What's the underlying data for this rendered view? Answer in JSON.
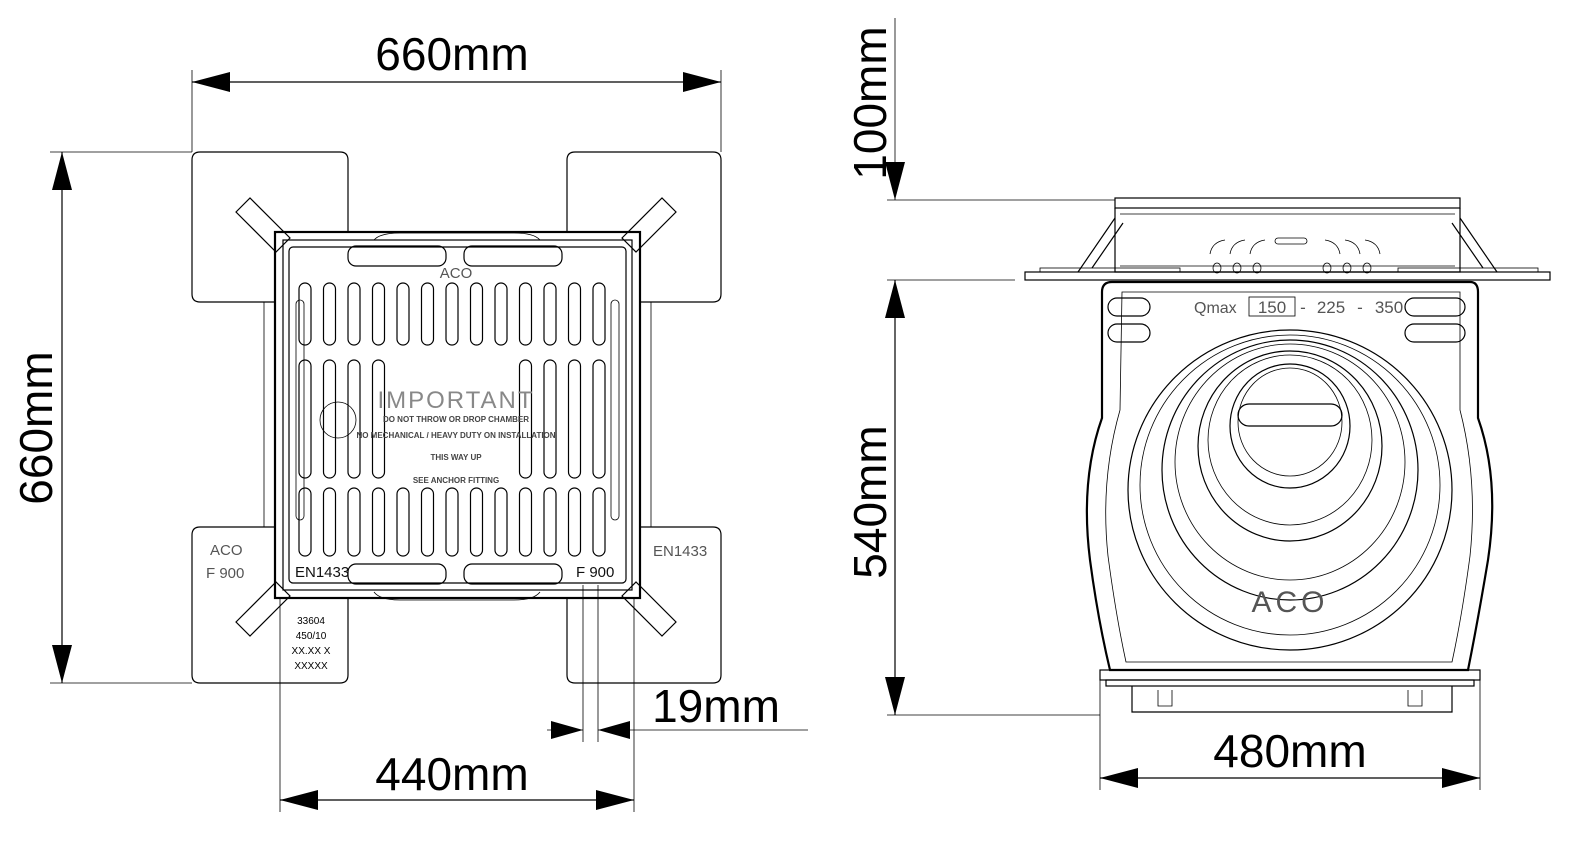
{
  "dimensions": {
    "top_width": "660mm",
    "left_height": "660mm",
    "inner_width": "440mm",
    "wall": "19mm",
    "side_top": "100mm",
    "side_height": "540mm",
    "side_width": "480mm"
  },
  "plan_markings": {
    "brand_top": "ACO",
    "en_left": "EN1433",
    "f900_right": "F 900",
    "aco_tab": "ACO",
    "f900_tab": "F 900",
    "en_tab": "EN1433",
    "label_lines": [
      "33604",
      "450/10",
      "XX.XX  X",
      "XXXXX"
    ],
    "important": "IMPORTANT",
    "important_lines": [
      "DO NOT THROW OR DROP CHAMBER",
      "NO MECHANICAL / HEAVY DUTY ON INSTALLATION",
      "THIS WAY UP",
      "SEE ANCHOR FITTING"
    ]
  },
  "side_markings": {
    "qmax_label": "Qmax",
    "qmax_values": [
      "150",
      "225",
      "350"
    ],
    "qmax_sep": "-",
    "brand": "ACO"
  }
}
